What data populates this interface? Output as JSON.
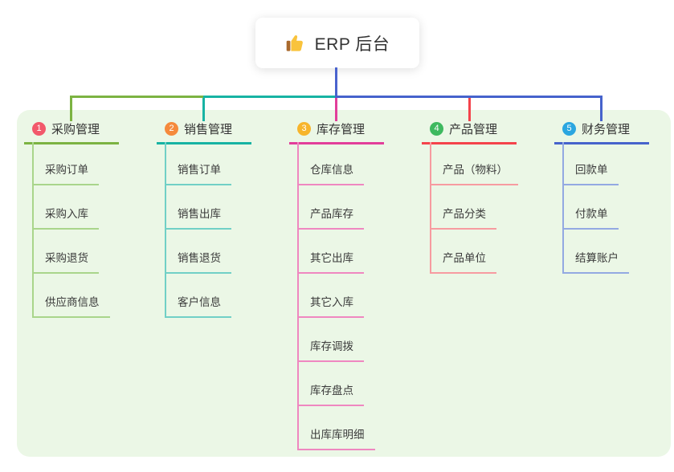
{
  "canvas": {
    "background": "#ffffff",
    "container_bg": "#ebf7e6",
    "connector_color": "#4a63ce"
  },
  "root": {
    "label": "ERP 后台",
    "icon": "thumbs-up-icon"
  },
  "branches": [
    {
      "num": "1",
      "title": "采购管理",
      "color_main": "#7cb342",
      "color_light": "#a9d58b",
      "color_badge": "#f2596b",
      "children": [
        "采购订单",
        "采购入库",
        "采购退货",
        "供应商信息"
      ]
    },
    {
      "num": "2",
      "title": "销售管理",
      "color_main": "#17b3a3",
      "color_light": "#71d0c6",
      "color_badge": "#f58a3c",
      "children": [
        "销售订单",
        "销售出库",
        "销售退货",
        "客户信息"
      ]
    },
    {
      "num": "3",
      "title": "库存管理",
      "color_main": "#e23e9a",
      "color_light": "#ef87c0",
      "color_badge": "#f7b52c",
      "children": [
        "仓库信息",
        "产品库存",
        "其它出库",
        "其它入库",
        "库存调拨",
        "库存盘点",
        "出库库明细"
      ]
    },
    {
      "num": "4",
      "title": "产品管理",
      "color_main": "#f4434b",
      "color_light": "#f79ba0",
      "color_badge": "#3eb95f",
      "children": [
        "产品（物料）",
        "产品分类",
        "产品单位"
      ]
    },
    {
      "num": "5",
      "title": "财务管理",
      "color_main": "#4663cc",
      "color_light": "#93a9e2",
      "color_badge": "#2ba6e0",
      "children": [
        "回款单",
        "付款单",
        "结算账户"
      ]
    }
  ]
}
